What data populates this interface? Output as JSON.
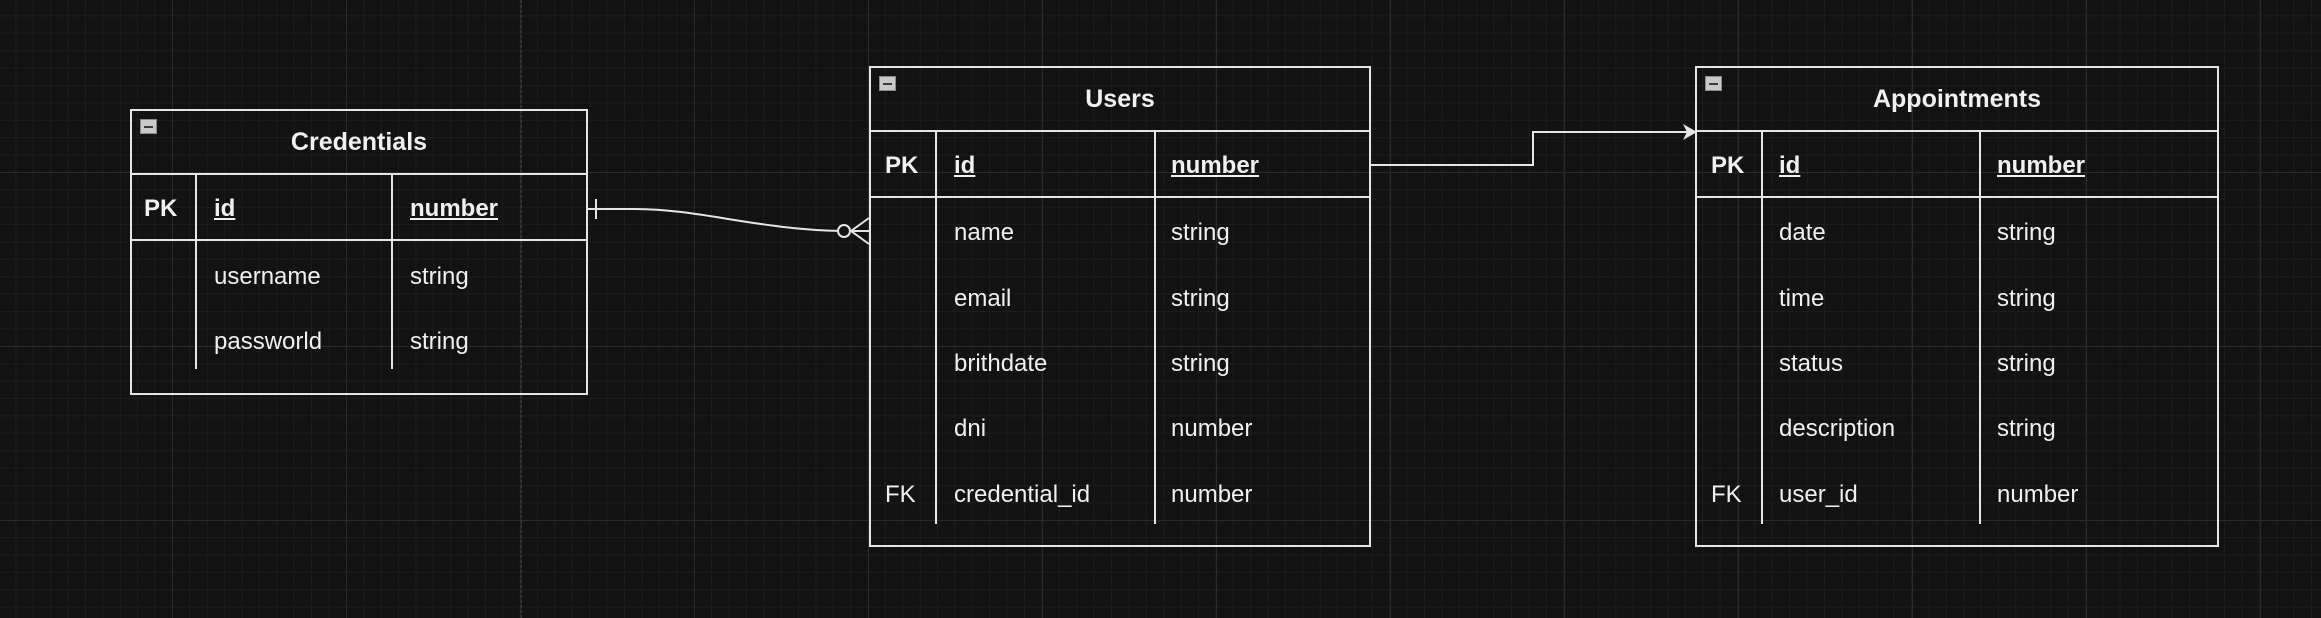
{
  "entities": {
    "credentials": {
      "title": "Credentials",
      "pk": {
        "key": "PK",
        "name": "id",
        "type": "number"
      },
      "fields": [
        {
          "key": "",
          "name": "username",
          "type": "string"
        },
        {
          "key": "",
          "name": "passworld",
          "type": "string"
        }
      ]
    },
    "users": {
      "title": "Users",
      "pk": {
        "key": "PK",
        "name": "id",
        "type": "number"
      },
      "fields": [
        {
          "key": "",
          "name": "name",
          "type": "string"
        },
        {
          "key": "",
          "name": "email",
          "type": "string"
        },
        {
          "key": "",
          "name": "brithdate",
          "type": "string"
        },
        {
          "key": "",
          "name": "dni",
          "type": "number"
        },
        {
          "key": "FK",
          "name": "credential_id",
          "type": "number"
        }
      ]
    },
    "appointments": {
      "title": "Appointments",
      "pk": {
        "key": "PK",
        "name": "id",
        "type": "number"
      },
      "fields": [
        {
          "key": "",
          "name": "date",
          "type": "string"
        },
        {
          "key": "",
          "name": "time",
          "type": "string"
        },
        {
          "key": "",
          "name": "status",
          "type": "string"
        },
        {
          "key": "",
          "name": "description",
          "type": "string"
        },
        {
          "key": "FK",
          "name": "user_id",
          "type": "number"
        }
      ]
    }
  },
  "relationships": [
    {
      "from": "credentials",
      "to": "users",
      "from_cardinality": "one",
      "to_cardinality": "zero-or-many"
    },
    {
      "from": "users",
      "to": "appointments",
      "style": "arrow"
    }
  ],
  "colors": {
    "background": "#121212",
    "line": "#e6e6e6",
    "text": "#f0f0f0",
    "grid": "#2a2a2a"
  }
}
